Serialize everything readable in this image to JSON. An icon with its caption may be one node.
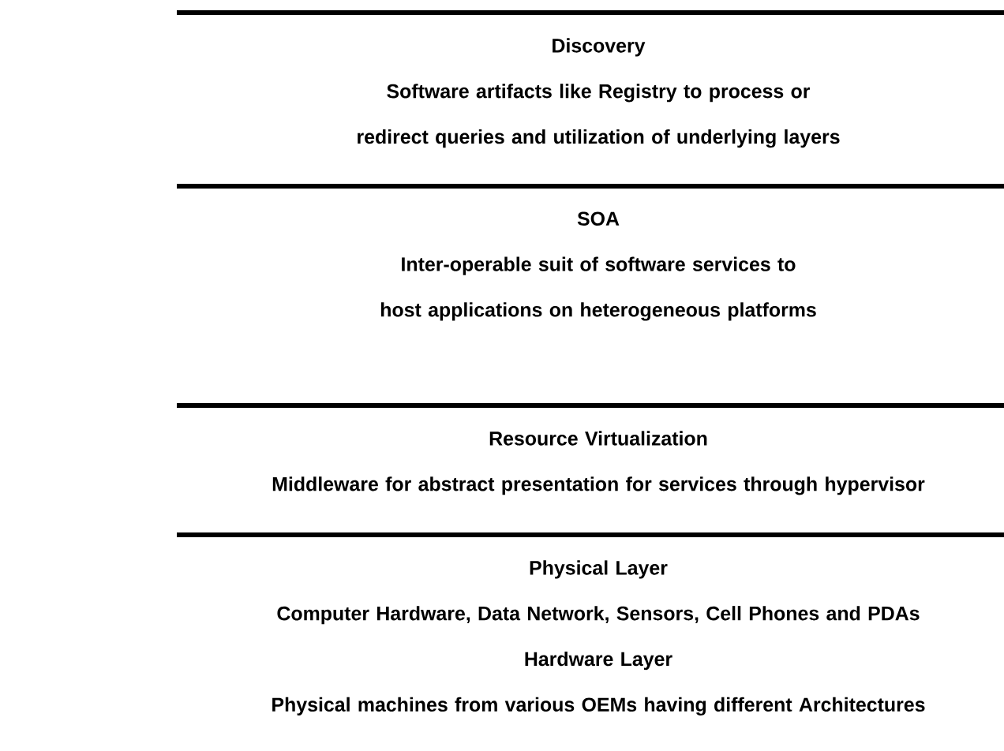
{
  "diagram": {
    "nodes": [
      {
        "text": [
          "Discovery",
          "Software artifacts like Registry to process or redirect queries and utilization of underlying layers"
        ]
      },
      {
        "text": [
          "SOA",
          "Inter-operable suit of software services to host applications on heterogeneous platforms"
        ]
      },
      {
        "text": [
          "Resource Virtualization",
          "Middleware for abstract presentation for services through hypervisor"
        ]
      },
      {
        "text": [
          "Physical Layer",
          "Computer Hardware, Data Network, Sensors, Cell Phones and PDAs",
          "Hardware Layer",
          "Physical machines from various OEMs having different Architectures"
        ]
      }
    ]
  }
}
